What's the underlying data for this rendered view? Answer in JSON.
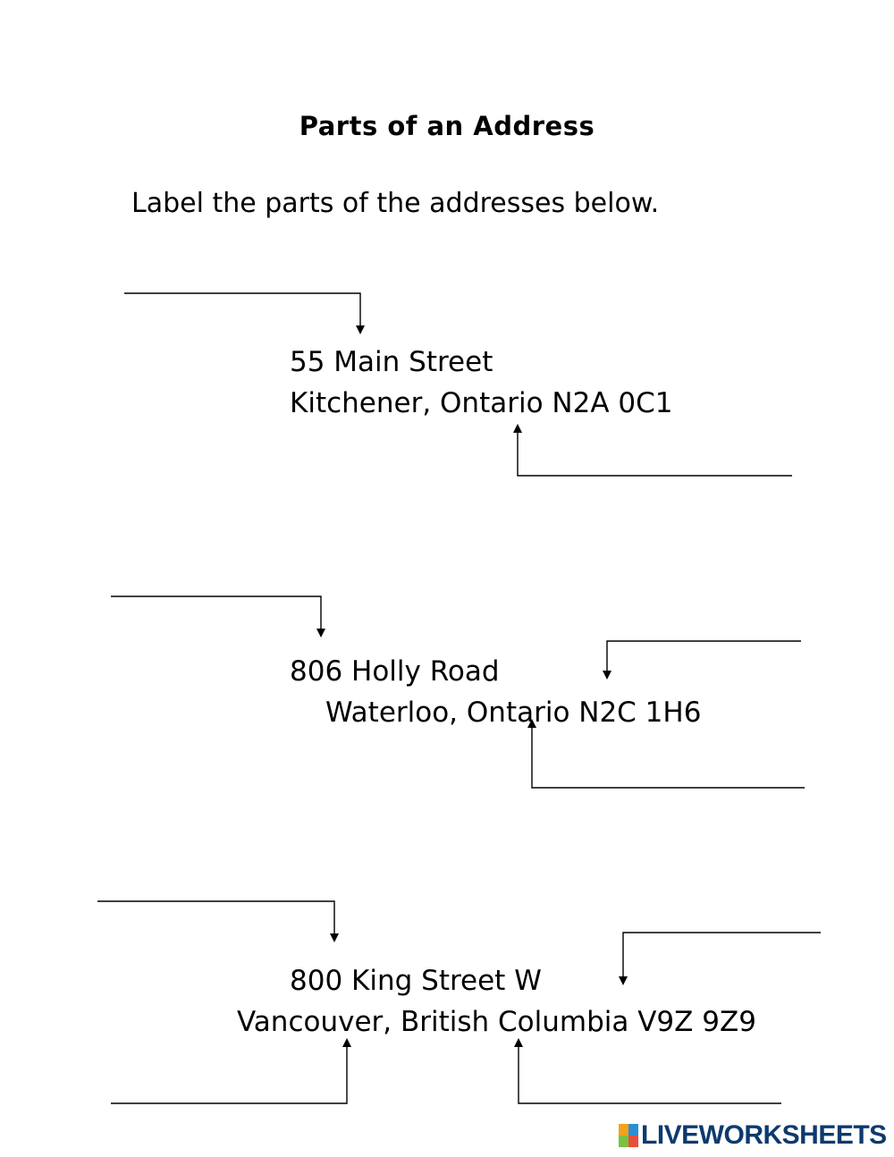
{
  "worksheet": {
    "title": "Parts of an Address",
    "instructions": "Label the parts of the addresses below."
  },
  "addresses": [
    {
      "line1": "55 Main Street",
      "line2": "Kitchener, Ontario N2A 0C1"
    },
    {
      "line1": "806 Holly Road",
      "line2": "Waterloo, Ontario N2C 1H6"
    },
    {
      "line1": "800 King Street W",
      "line2": "Vancouver, British Columbia V9Z 9Z9"
    }
  ],
  "footer": {
    "brand": "LIVEWORKSHEETS",
    "logo_icon": "liveworksheets-logo-icon",
    "colors": {
      "brand_text": "#0d3a6e",
      "icon_tiles": [
        "#f2a31b",
        "#2a8fd6",
        "#7ac143",
        "#e94e3c"
      ]
    }
  }
}
